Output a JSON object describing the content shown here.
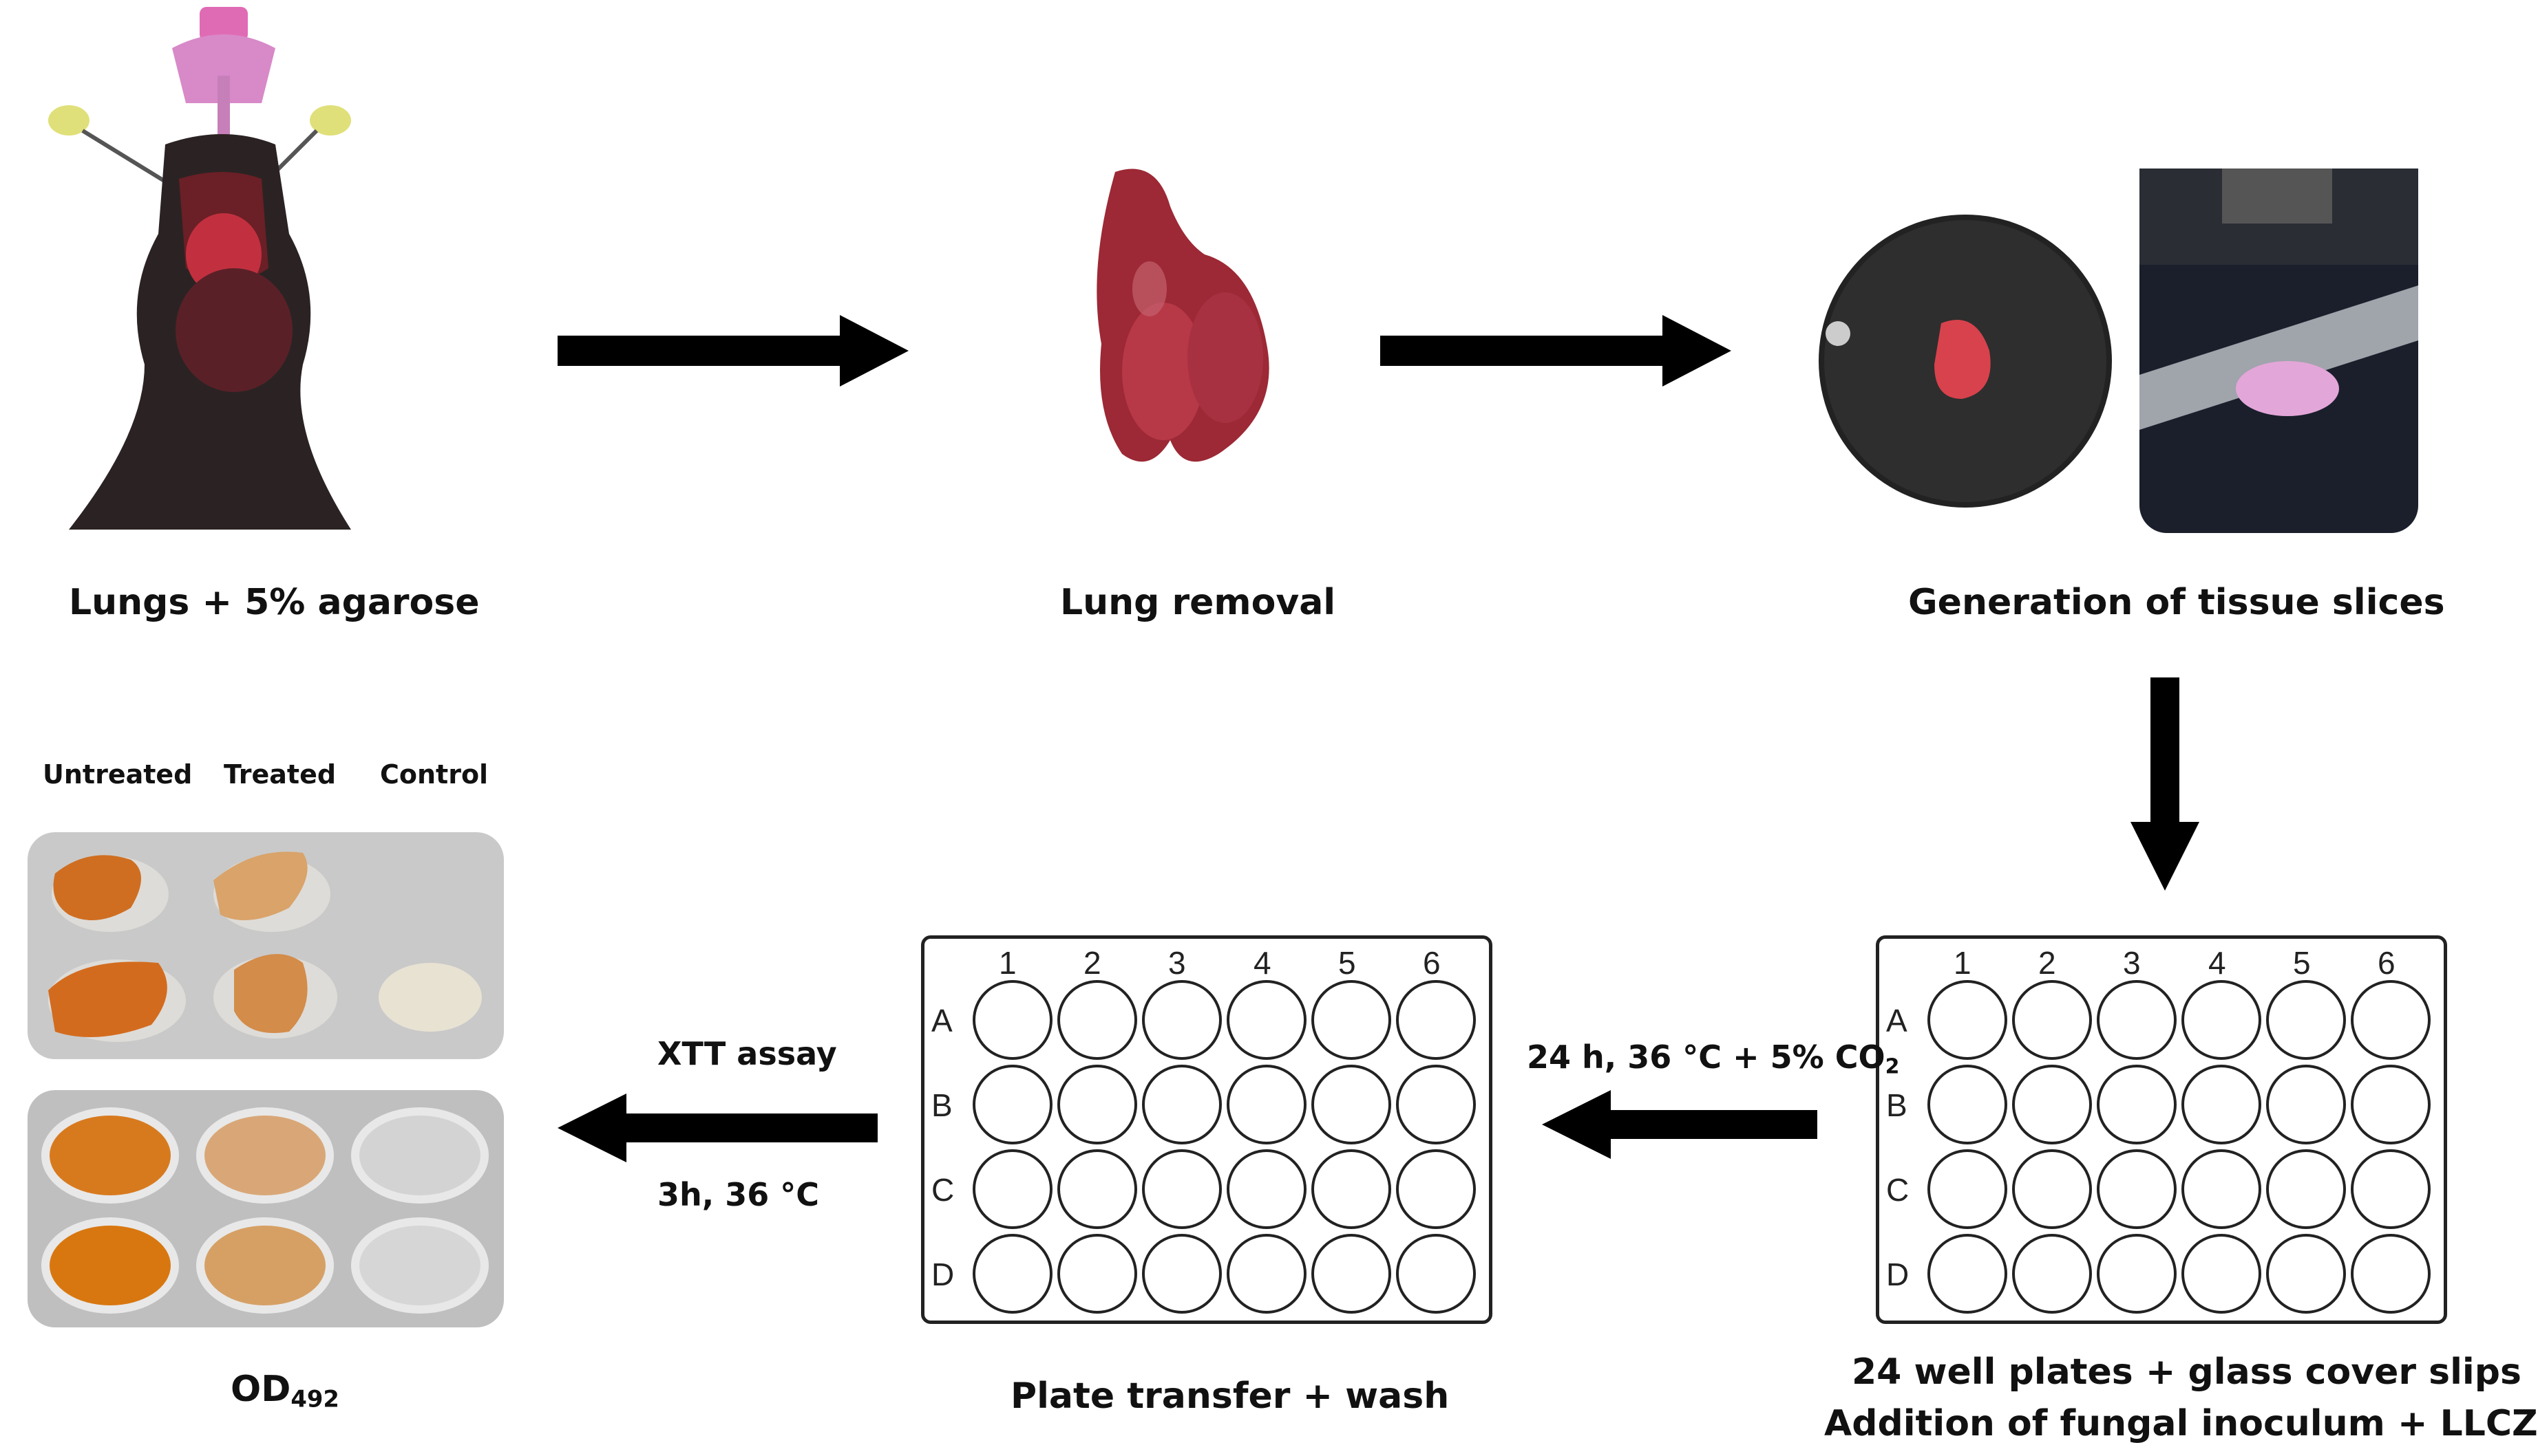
{
  "steps": {
    "step1": {
      "label": "Lungs + 5% agarose"
    },
    "step2": {
      "label": "Lung removal"
    },
    "step3": {
      "label": "Generation of tissue slices"
    },
    "step4": {
      "line1": "24 well plates + glass cover slips",
      "line2": "Addition of fungal inoculum + LLCZ"
    },
    "step5": {
      "label": "Plate transfer + wash"
    },
    "step6": {
      "label_main": "OD",
      "label_sub": "492"
    }
  },
  "conditions": {
    "incubation": {
      "text": "24 h, 36 °C + 5% CO",
      "sub": "2"
    },
    "assay": {
      "top": "XTT assay",
      "bottom": "3h, 36 °C"
    }
  },
  "result_columns": [
    "Untreated",
    "Treated",
    "Control"
  ],
  "plate": {
    "columns": [
      "1",
      "2",
      "3",
      "4",
      "5",
      "6"
    ],
    "rows": [
      "A",
      "B",
      "C",
      "D"
    ]
  },
  "colors": {
    "arrow": "#000000",
    "tissue_red": "#b0303a",
    "xtt_orange": "#d77a1e",
    "photo_bg_grey": "#c9c9c9"
  }
}
